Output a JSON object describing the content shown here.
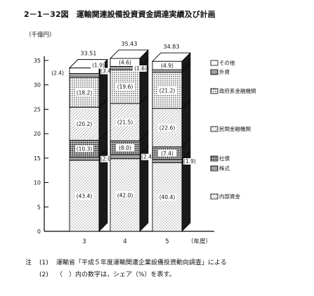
{
  "chart_data": {
    "type": "bar",
    "stacked": true,
    "title": "2－1－32図　運輸関連設備投資資金調達実績及び計画",
    "ylabel": "（千億円）",
    "xlabel": "（年度）",
    "ylim": [
      0,
      35
    ],
    "yticks": [
      0,
      5,
      10,
      15,
      20,
      25,
      30,
      35
    ],
    "categories": [
      "3",
      "4",
      "5"
    ],
    "totals": [
      "33.51",
      "35.43",
      "34.83"
    ],
    "series": [
      {
        "name": "内部資金",
        "shares": [
          "(43.4)",
          "(42.0)",
          "(40.4)"
        ],
        "values": [
          14.54,
          14.88,
          14.07
        ],
        "pattern": "dots-light"
      },
      {
        "name": "株式",
        "shares": [
          "(2.0)",
          "(2.4)",
          "(1.9)"
        ],
        "values": [
          0.67,
          0.85,
          0.66
        ],
        "pattern": "dots-dense"
      },
      {
        "name": "社債",
        "shares": [
          "(10.3)",
          "(8.0)",
          "(7.4)"
        ],
        "values": [
          3.45,
          2.83,
          2.58
        ],
        "pattern": "dots-dark"
      },
      {
        "name": "民間金融機関",
        "shares": [
          "(20.2)",
          "(21.5)",
          "(22.6)"
        ],
        "values": [
          6.77,
          7.62,
          7.87
        ],
        "pattern": "diagonal"
      },
      {
        "name": "政府系金融機関",
        "shares": [
          "(18.2)",
          "(19.6)",
          "(21.2)"
        ],
        "values": [
          6.1,
          6.94,
          7.38
        ],
        "pattern": "dots-medium"
      },
      {
        "name": "外資",
        "shares": [
          "(2.4)",
          "(1.9)",
          "(1.6)"
        ],
        "values": [
          0.8,
          0.67,
          0.56
        ],
        "pattern": "dots-dense"
      },
      {
        "name": "その他",
        "shares": [
          "(3.4)",
          "(4.6)",
          "(4.9)"
        ],
        "values": [
          1.14,
          1.63,
          1.71
        ],
        "pattern": "white"
      }
    ],
    "legend_order": [
      "その他",
      "外資",
      "政府系金融機関",
      "民間金融機関",
      "社債",
      "株式",
      "内部資金"
    ]
  },
  "notes": [
    {
      "marker": "注",
      "num": "(1)",
      "text": "運輸省「平成５年度運輸関連企業設備投資動向調査」による"
    },
    {
      "marker": "",
      "num": "(2)",
      "text": "（　）内の数字は，シェア（%）を表す。"
    }
  ]
}
